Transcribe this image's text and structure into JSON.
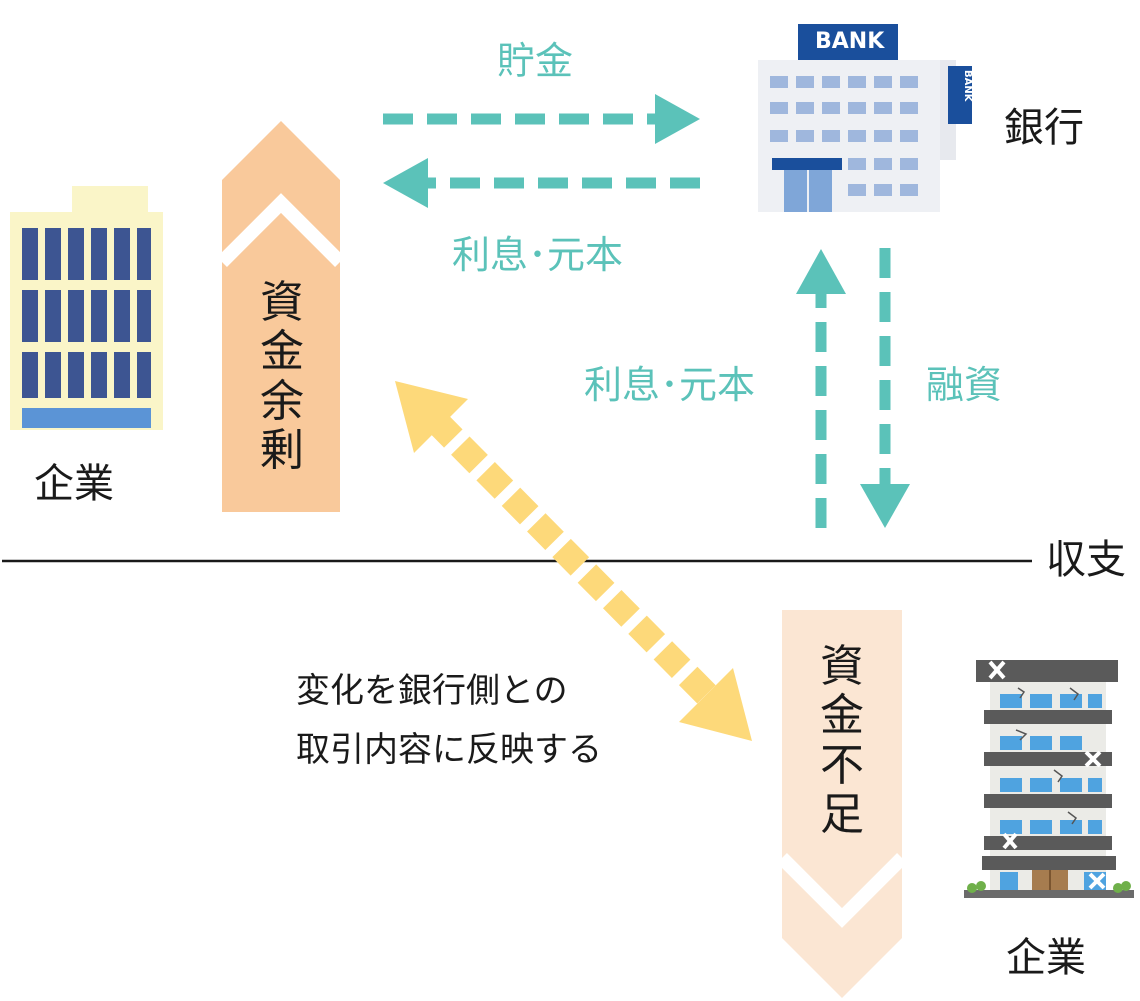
{
  "labels": {
    "deposit": "貯金",
    "interest_principal_top": "利息･元本",
    "interest_principal_right": "利息･元本",
    "financing": "融資",
    "bank": "銀行",
    "company_top": "企業",
    "company_bottom": "企業",
    "balance_line": "収支",
    "reflect_line1": "変化を銀行側との",
    "reflect_line2": "取引内容に反映する",
    "surplus": [
      "資",
      "金",
      "余",
      "剰"
    ],
    "shortage": [
      "資",
      "金",
      "不",
      "足"
    ],
    "bank_sign_main": "BANK",
    "bank_sign_side": "BANK"
  },
  "icons": [
    "office-building-icon",
    "bank-building-icon",
    "damaged-building-icon"
  ],
  "colors": {
    "teal": "#5bc2b9",
    "surplus_arrow": "#f9c99b",
    "shortage_arrow": "#fbe6d3",
    "yellow_arrow": "#fdd97a",
    "bank_blue": "#1a4f9c",
    "text": "#1a1a1a"
  }
}
